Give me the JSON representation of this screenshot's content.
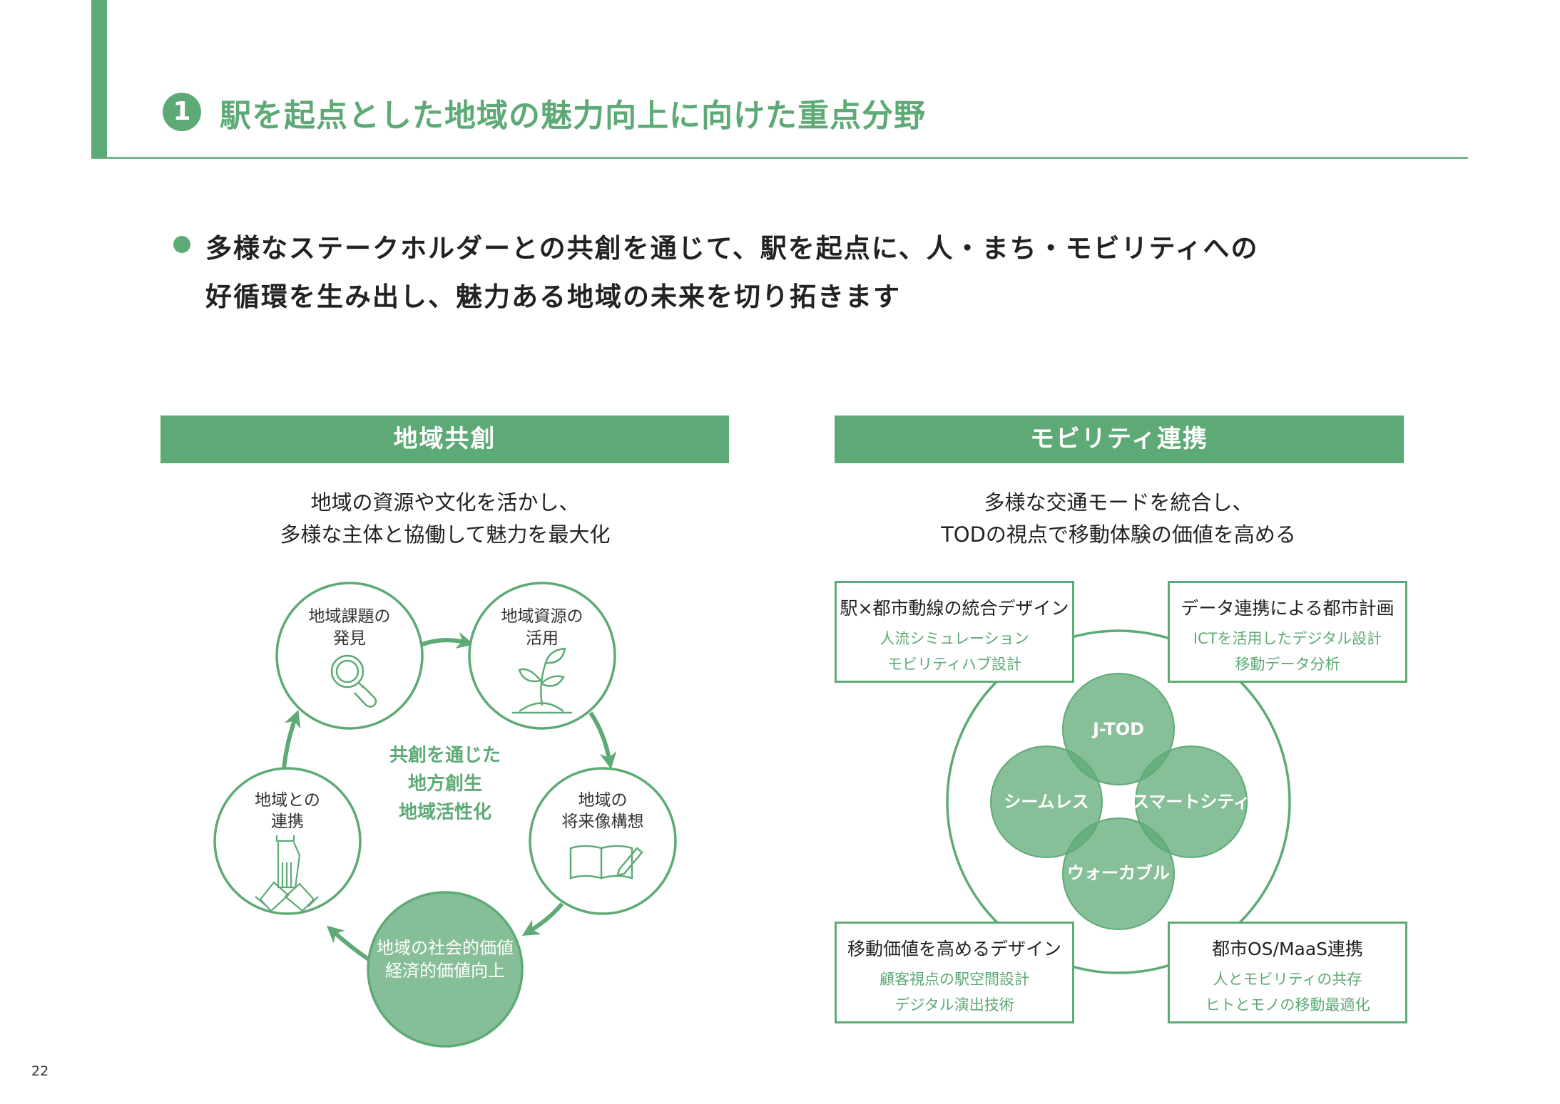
{
  "header": {
    "section_number": "1",
    "title": "駅を起点とした地域の魅力向上に向けた重点分野"
  },
  "lead": {
    "line1": "多様なステークホルダーとの共創を通じて、駅を起点に、人・まち・モビリティへの",
    "line2": "好循環を生み出し、魅力ある地域の未来を切り拓きます"
  },
  "left_panel": {
    "heading": "地域共創",
    "subtitle_line1": "地域の資源や文化を活かし、",
    "subtitle_line2": "多様な主体と協働して魅力を最大化",
    "cycle": [
      {
        "line1": "地域課題の",
        "line2": "発見",
        "icon": "magnifier-icon"
      },
      {
        "line1": "地域資源の",
        "line2": "活用",
        "icon": "sprout-icon"
      },
      {
        "line1": "地域の",
        "line2": "将来像構想",
        "icon": "notebook-pencil-icon"
      },
      {
        "line1": "地域の社会的価値",
        "line2": "経済的価値向上",
        "icon": ""
      },
      {
        "line1": "地域との",
        "line2": "連携",
        "icon": "joined-hands-icon"
      }
    ],
    "center": {
      "line1": "共創を通じた",
      "line2": "地方創生",
      "line3": "地域活性化"
    }
  },
  "right_panel": {
    "heading": "モビリティ連携",
    "subtitle_line1": "多様な交通モードを統合し、",
    "subtitle_line2": "TODの視点で移動体験の価値を高める",
    "core_circles": [
      "J-TOD",
      "シームレス",
      "スマートシティ",
      "ウォーカブル"
    ],
    "boxes": [
      {
        "title": "駅×都市動線の統合デザイン",
        "items": [
          "人流シミュレーション",
          "モビリティハブ設計"
        ]
      },
      {
        "title": "データ連携による都市計画",
        "items": [
          "ICTを活用したデジタル設計",
          "移動データ分析"
        ]
      },
      {
        "title": "移動価値を高めるデザイン",
        "items": [
          "顧客視点の駅空間設計",
          "デジタル演出技術"
        ]
      },
      {
        "title": "都市OS/MaaS連携",
        "items": [
          "人とモビリティの共存",
          "ヒトとモノの移動最適化"
        ]
      }
    ]
  },
  "colors": {
    "accent": "#5eaa76",
    "accent_light": "#86bf97",
    "text": "#222222"
  },
  "page_number": "22"
}
